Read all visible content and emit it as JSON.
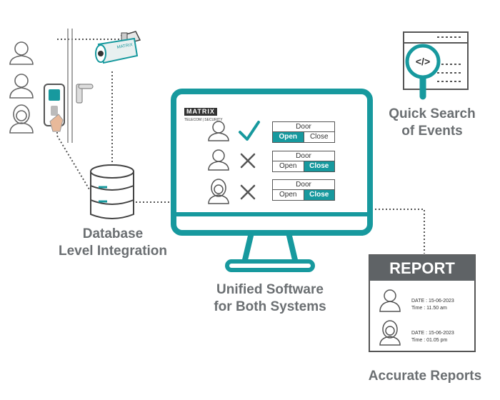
{
  "captions": {
    "database": [
      "Database",
      "Level Integration"
    ],
    "software": [
      "Unified Software",
      "for Both Systems"
    ],
    "search": [
      "Quick Search",
      "of Events"
    ],
    "reports": "Accurate Reports"
  },
  "brand": {
    "name": "MATRIX",
    "tagline": "TELECOM | SECURITY"
  },
  "camera_label": "MATRIX",
  "doors": [
    {
      "title": "Door",
      "open": "Open",
      "close": "Close",
      "active": "open",
      "status": "granted"
    },
    {
      "title": "Door",
      "open": "Open",
      "close": "Close",
      "active": "close",
      "status": "denied"
    },
    {
      "title": "Door",
      "open": "Open",
      "close": "Close",
      "active": "close",
      "status": "denied"
    }
  ],
  "report": {
    "title": "REPORT",
    "entries": [
      {
        "date": "DATE : 15-06-2023",
        "time": "Time : 11.50 am"
      },
      {
        "date": "DATE : 15-06-2023",
        "time": "Time :  01.05 pm"
      }
    ]
  },
  "colors": {
    "teal": "#17999e",
    "gray": "#6b6f72",
    "report_header": "#5f6366"
  }
}
